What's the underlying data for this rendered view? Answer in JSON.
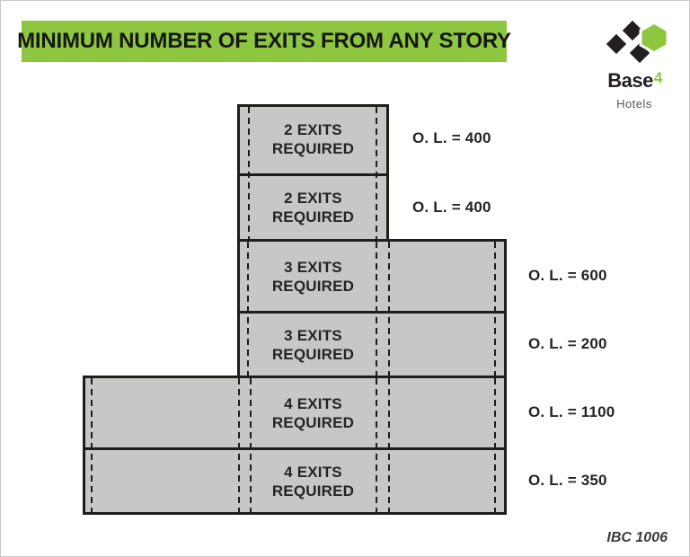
{
  "title": "MINIMUM NUMBER OF EXITS FROM ANY STORY",
  "logo": {
    "brand": "Base",
    "superscript": "4",
    "subtitle": "Hotels"
  },
  "footer": {
    "code_reference": "IBC 1006"
  },
  "colors": {
    "accent_green": "#8DC63F",
    "story_fill": "#C7C7C6",
    "line_black": "#1D1D1B",
    "subtitle_gray": "#55565A"
  },
  "stories": [
    {
      "exits_required": 2,
      "occupant_load": 400,
      "label": "2 EXITS\nREQUIRED",
      "ol_label": "O. L. = 400"
    },
    {
      "exits_required": 2,
      "occupant_load": 400,
      "label": "2 EXITS\nREQUIRED",
      "ol_label": "O. L. = 400"
    },
    {
      "exits_required": 3,
      "occupant_load": 600,
      "label": "3 EXITS\nREQUIRED",
      "ol_label": "O. L. = 600"
    },
    {
      "exits_required": 3,
      "occupant_load": 200,
      "label": "3 EXITS\nREQUIRED",
      "ol_label": "O. L. = 200"
    },
    {
      "exits_required": 4,
      "occupant_load": 1100,
      "label": "4 EXITS\nREQUIRED",
      "ol_label": "O. L. = 1100"
    },
    {
      "exits_required": 4,
      "occupant_load": 350,
      "label": "4 EXITS\nREQUIRED",
      "ol_label": "O. L. = 350"
    }
  ]
}
